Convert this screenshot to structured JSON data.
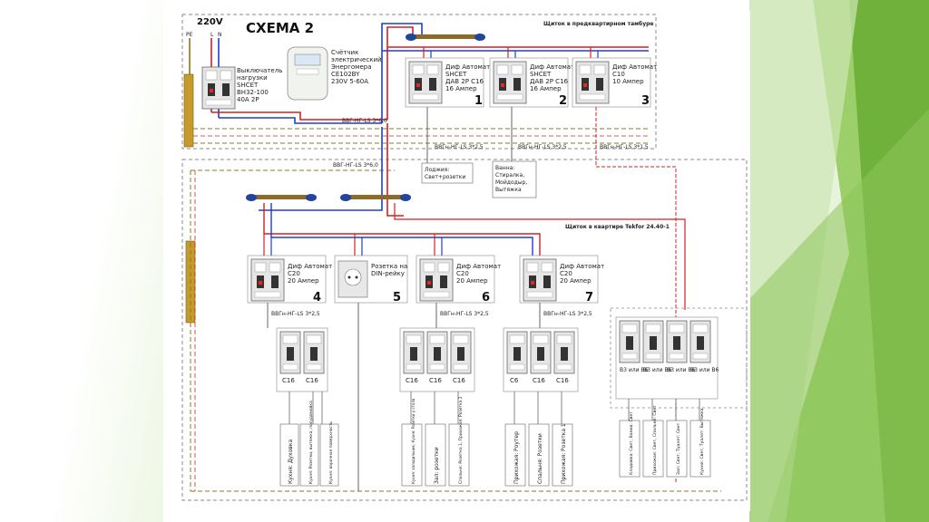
{
  "schema": {
    "voltage": "220V",
    "title": "СХЕМА 2",
    "terminals": {
      "pe": "PE",
      "l": "L",
      "n": "N"
    },
    "box_top_label": "Щиток в предквартирном тамбуре",
    "box_bottom_label": "Щиток в квартире Tekfor 24.40-1",
    "main_switch": [
      "Выключатель",
      "нагрузки",
      "SHCET",
      "ВН32-100",
      "40А      2Р"
    ],
    "meter": [
      "Счётчик",
      "электрический",
      "Энергомера",
      "СЕ102BY",
      "230V 5-60A"
    ],
    "cable_main": "ВВГ-НГ-LS 3*6,0",
    "cable_main2": "ВВГ-НГ-LS 3*6,0",
    "top_devices": [
      {
        "lines": [
          "Диф Автомат",
          "SHCET",
          "ДАВ 2Р С16",
          "16 Ампер"
        ],
        "number": "1",
        "cable": "ВВГн-НГ-LS 3*2,5"
      },
      {
        "lines": [
          "Диф Автомат",
          "SHCET",
          "ДАВ 2Р С16",
          "16 Ампер"
        ],
        "number": "2",
        "cable": "ВВГн-НГ-LS 3*2,5"
      },
      {
        "lines": [
          "Диф Автомат",
          "С10",
          "10 Ампер"
        ],
        "number": "3",
        "cable": "ВВГн-НГ-LS 3*1,5"
      }
    ],
    "loads_top": [
      {
        "lines": [
          "Лоджия:",
          "Свет+розетки"
        ]
      },
      {
        "lines": [
          "Ванна:",
          "Стиралка,",
          "Мойдодыр,",
          "Вытяжка"
        ]
      }
    ],
    "bottom_devices": [
      {
        "lines": [
          "Диф Автомат",
          "С20",
          "20 Ампер"
        ],
        "number": "4",
        "cable": "ВВГн-НГ-LS 3*2,5"
      },
      {
        "lines": [
          "Розетка на",
          "DIN-рейку"
        ],
        "number": "5"
      },
      {
        "lines": [
          "Диф Автомат",
          "С20",
          "20 Ампер"
        ],
        "number": "6",
        "cable": "ВВГн-НГ-LS 3*2,5"
      },
      {
        "lines": [
          "Диф Автомат",
          "С20",
          "20 Ампер"
        ],
        "number": "7",
        "cable": "ВВГн-НГ-LS 3*2,5"
      }
    ],
    "breaker_groups": [
      {
        "breakers": [
          "С16",
          "С16"
        ],
        "loads": [
          "Кухня: Духовка",
          "Кухня: Розетки, вытяжка, посудомойка",
          "Кухня: варочная поверхность"
        ]
      },
      {
        "breakers": [
          "С16",
          "С16",
          "С16"
        ],
        "loads": [
          "Кухня: холодильник, Кухня: Розетки у стола",
          "Зал: розетки",
          "Спальня: Розетка 1, Прихожая: Розетка 2"
        ]
      },
      {
        "breakers": [
          "С6",
          "С16",
          "С16"
        ],
        "loads": [
          "Прихожая: Роутер",
          "Спальня: Розетки",
          "Прихожая: Розетка 1"
        ]
      },
      {
        "breakers": [
          "В3 или В6",
          "В3 или В6",
          "В3 или В6",
          "В3 или В6"
        ],
        "loads": [
          "Кладовка: Свет, Ванна: Свет",
          "Прихожая: Свет, Спальня: Свет",
          "Зал: Свет, Туалет: Свет",
          "Кухня: Свет, Туалет: Вытяжка"
        ]
      }
    ]
  },
  "colors": {
    "phase": "#d42020",
    "neutral": "#1f3fc8",
    "earth": "#8a7a1f",
    "frame": "#8a8a8a",
    "green": "#7ab648"
  }
}
